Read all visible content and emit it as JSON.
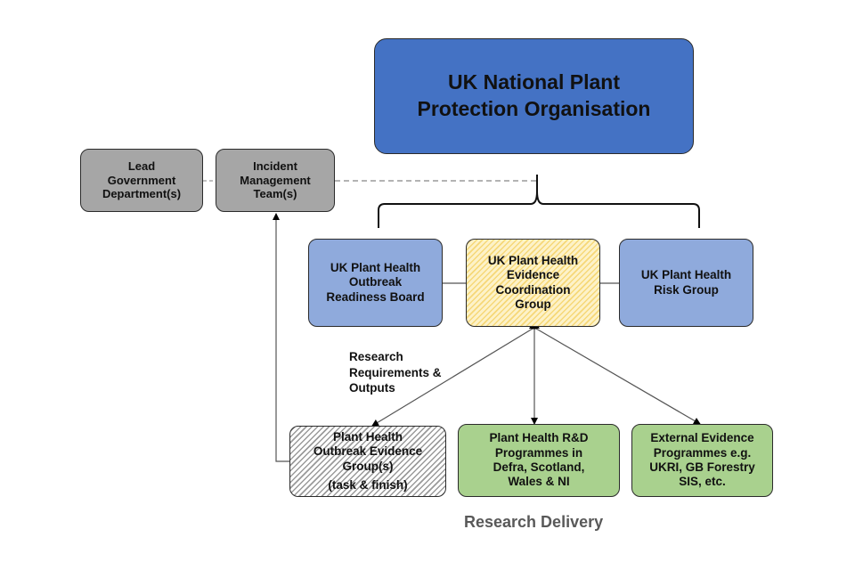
{
  "diagram": {
    "nodes": {
      "npo": {
        "lines": [
          "UK National Plant",
          "Protection Organisation"
        ],
        "color": "#4472c4"
      },
      "lead_gov": {
        "lines": [
          "Lead",
          "Government",
          "Department(s)"
        ],
        "color": "#a6a6a6"
      },
      "imt": {
        "lines": [
          "Incident",
          "Management",
          "Team(s)"
        ],
        "color": "#a6a6a6"
      },
      "readiness_board": {
        "lines": [
          "UK Plant Health",
          "Outbreak",
          "Readiness Board"
        ],
        "color": "#8faadc"
      },
      "evidence_coord": {
        "lines": [
          "UK Plant Health",
          "Evidence",
          "Coordination",
          "Group"
        ],
        "color": "#f6d878",
        "pattern": "hatched"
      },
      "risk_group": {
        "lines": [
          "UK Plant Health",
          "Risk Group"
        ],
        "color": "#8faadc"
      },
      "outbreak_evidence": {
        "lines": [
          "Plant Health",
          "Outbreak Evidence",
          "Group(s)"
        ],
        "sub": "(task & finish)",
        "color": "#9a9a9a",
        "pattern": "hatched"
      },
      "rnd_programmes": {
        "lines": [
          "Plant Health R&D",
          "Programmes in",
          "Defra, Scotland,",
          "Wales & NI"
        ],
        "color": "#a9d18e"
      },
      "external_programmes": {
        "lines": [
          "External Evidence",
          "Programmes e.g.",
          "UKRI, GB Forestry",
          "SIS, etc."
        ],
        "color": "#a9d18e"
      }
    },
    "labels": {
      "research_req": [
        "Research",
        "Requirements &",
        "Outputs"
      ],
      "research_delivery": "Research Delivery"
    },
    "edges": [
      {
        "from": "npo",
        "to": [
          "readiness_board",
          "evidence_coord",
          "risk_group"
        ],
        "style": "brace"
      },
      {
        "from": "npo",
        "to": "imt",
        "style": "dashed"
      },
      {
        "from": "imt",
        "to": "lead_gov",
        "style": "dashed"
      },
      {
        "from": "readiness_board",
        "to": "evidence_coord",
        "style": "solid"
      },
      {
        "from": "evidence_coord",
        "to": "risk_group",
        "style": "solid"
      },
      {
        "from": "evidence_coord",
        "to": "outbreak_evidence",
        "style": "double-arrow"
      },
      {
        "from": "evidence_coord",
        "to": "rnd_programmes",
        "style": "double-arrow"
      },
      {
        "from": "evidence_coord",
        "to": "external_programmes",
        "style": "double-arrow"
      },
      {
        "from": "outbreak_evidence",
        "to": "imt",
        "style": "arrow"
      }
    ]
  }
}
